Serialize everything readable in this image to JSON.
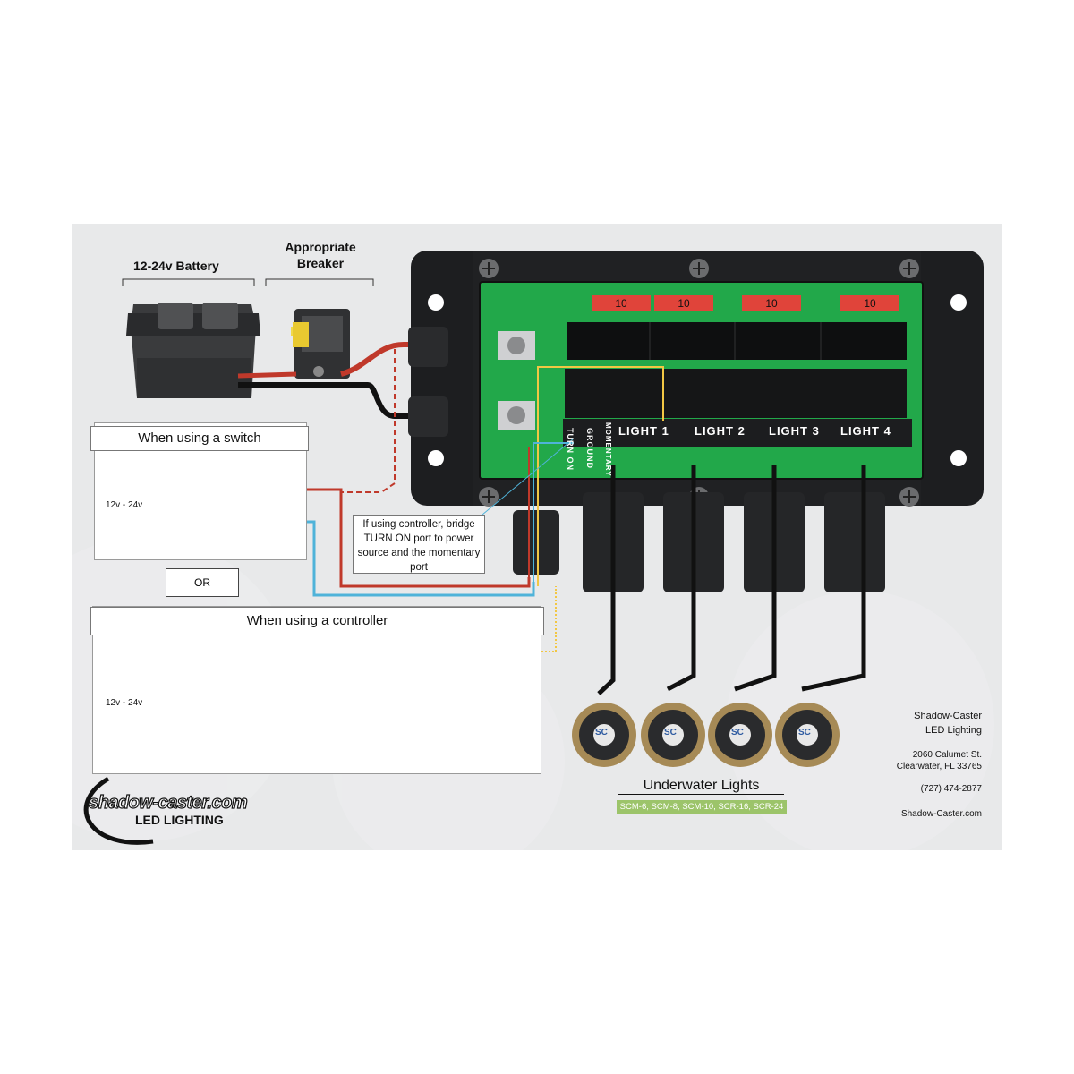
{
  "labels": {
    "battery": "12-24v Battery",
    "breaker": "Appropriate Breaker",
    "switch_panel_title": "When using a switch",
    "controller_panel_title": "When using a controller",
    "or": "OR",
    "voltage_switch": "12v - 24v",
    "voltage_controller": "12v - 24v",
    "controller_note": "If using controller, bridge TURN ON port to power source and the momentary port",
    "fuses": [
      "10",
      "10",
      "10",
      "10"
    ],
    "ports": [
      "TURN ON",
      "GROUND",
      "MOMENTARY"
    ],
    "lights": [
      "LIGHT 1",
      "LIGHT 2",
      "LIGHT 3",
      "LIGHT 4"
    ],
    "underwater_title": "Underwater Lights",
    "models": "SCM-6, SCM-8, SCM-10, SCR-16, SCR-24",
    "light_badge": "SC"
  },
  "logo": {
    "name": "shadow-caster.com",
    "tagline": "LED LIGHTING"
  },
  "company": {
    "name_line1": "Shadow-Caster",
    "name_line2": "LED Lighting",
    "address1": "2060 Calumet St.",
    "address2": "Clearwater, FL 33765",
    "phone": "(727) 474-2877",
    "website": "Shadow-Caster.com"
  },
  "colors": {
    "positive_wire": "#c0392b",
    "negative_wire": "#111111",
    "signal_blue": "#4fb3d9",
    "signal_yellow": "#f2c744",
    "board_green": "#22a84a",
    "fuse_red": "#e0443a",
    "model_bar": "#9cc46a"
  }
}
